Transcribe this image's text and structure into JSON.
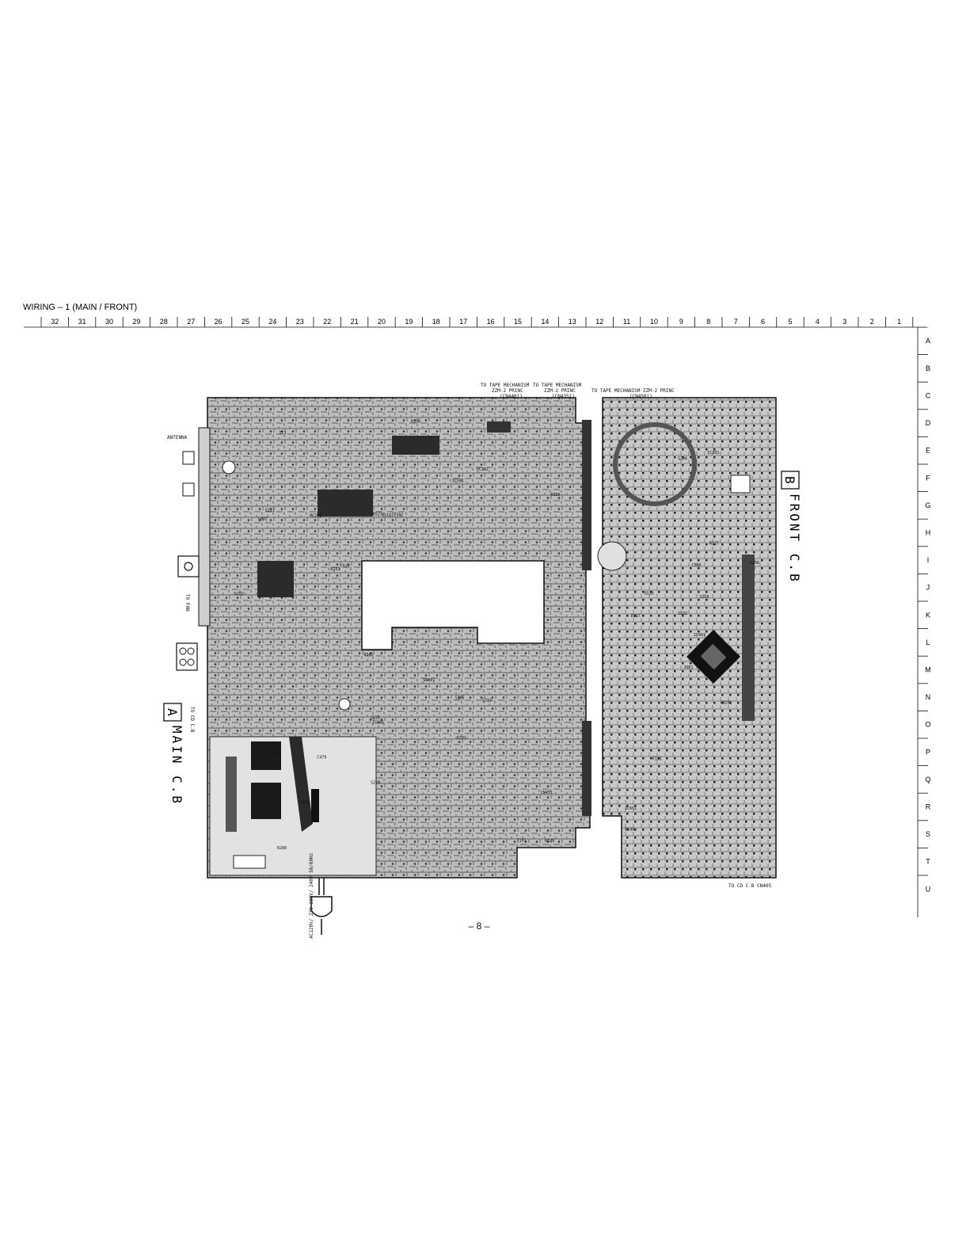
{
  "header": {
    "title": "WIRING – 1  (MAIN / FRONT)"
  },
  "column_grid": [
    "32",
    "31",
    "30",
    "29",
    "28",
    "27",
    "26",
    "25",
    "24",
    "23",
    "22",
    "21",
    "20",
    "19",
    "18",
    "17",
    "16",
    "15",
    "14",
    "13",
    "12",
    "11",
    "10",
    "9",
    "8",
    "7",
    "6",
    "5",
    "4",
    "3",
    "2",
    "1"
  ],
  "row_grid": [
    "A",
    "B",
    "C",
    "D",
    "E",
    "F",
    "G",
    "H",
    "I",
    "J",
    "K",
    "L",
    "M",
    "N",
    "O",
    "P",
    "Q",
    "R",
    "S",
    "T",
    "U"
  ],
  "boards": {
    "main": {
      "letter": "A",
      "name": "MAIN C.B"
    },
    "front": {
      "letter": "B",
      "name": "FRONT C.B"
    }
  },
  "callouts": {
    "tape1": "TO TAPE MECHANISM",
    "tape1_sub": "ZZM-2 PRINC",
    "tape1_ref": "(CN4401)",
    "tape2": "TO TAPE MECHANISM",
    "tape2_sub": "ZZM-2 PRINC",
    "tape2_ref": "(CN4351)",
    "tape3": "TO TAPE MECHANISM ZZM-2 PRINC",
    "tape3_ref": "(CN4501)",
    "to_fan": "TO FAN",
    "to_cd": "TO CD C.B CN405",
    "to_cd_left": "TO CD C.B",
    "antenna": "ANTENNA",
    "ac_power": "AC120V/ 220-230V/ 240V 50/60Hz"
  },
  "components": [
    "J651",
    "L802",
    "IC801",
    "IC651",
    "SW301",
    "C479",
    "IC301",
    "IC302",
    "IC501",
    "IC401",
    "IC1",
    "R528",
    "R527",
    "R526",
    "R545",
    "R227",
    "R280",
    "R573",
    "C506",
    "C505",
    "C525",
    "D540",
    "D542",
    "S213",
    "S210",
    "S212",
    "S211",
    "S206",
    "S202",
    "S205",
    "S208",
    "S226",
    "S229",
    "S232",
    "PC101",
    "PC102",
    "F101",
    "T101",
    "CN451",
    "CN201",
    "R150",
    "R153",
    "D526",
    "D201"
  ],
  "page": {
    "number": "– 8 –"
  }
}
